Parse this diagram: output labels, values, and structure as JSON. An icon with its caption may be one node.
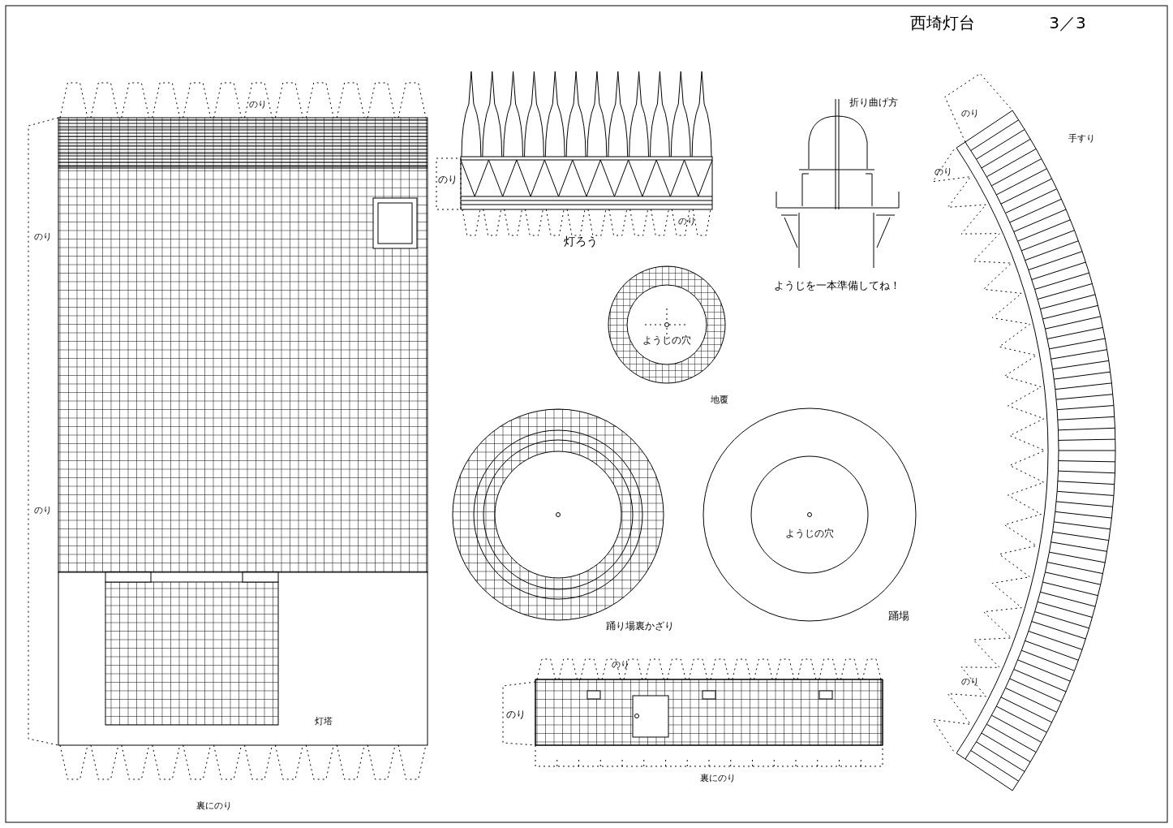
{
  "diagram": {
    "title": "西埼灯台",
    "labels": [
      "3／3",
      "のり",
      "折り曲げ方",
      "のり",
      "手すり",
      "のり",
      "のり",
      "のり",
      "のり",
      "灯ろう",
      "ようじを一本準備してね！",
      "ようじの穴",
      "地覆",
      "のり",
      "ようじの穴",
      "踊場",
      "踊り場裏かざり",
      "のり",
      "のり",
      "のり",
      "灯塔",
      "裏にのり",
      "裏にのり"
    ]
  }
}
